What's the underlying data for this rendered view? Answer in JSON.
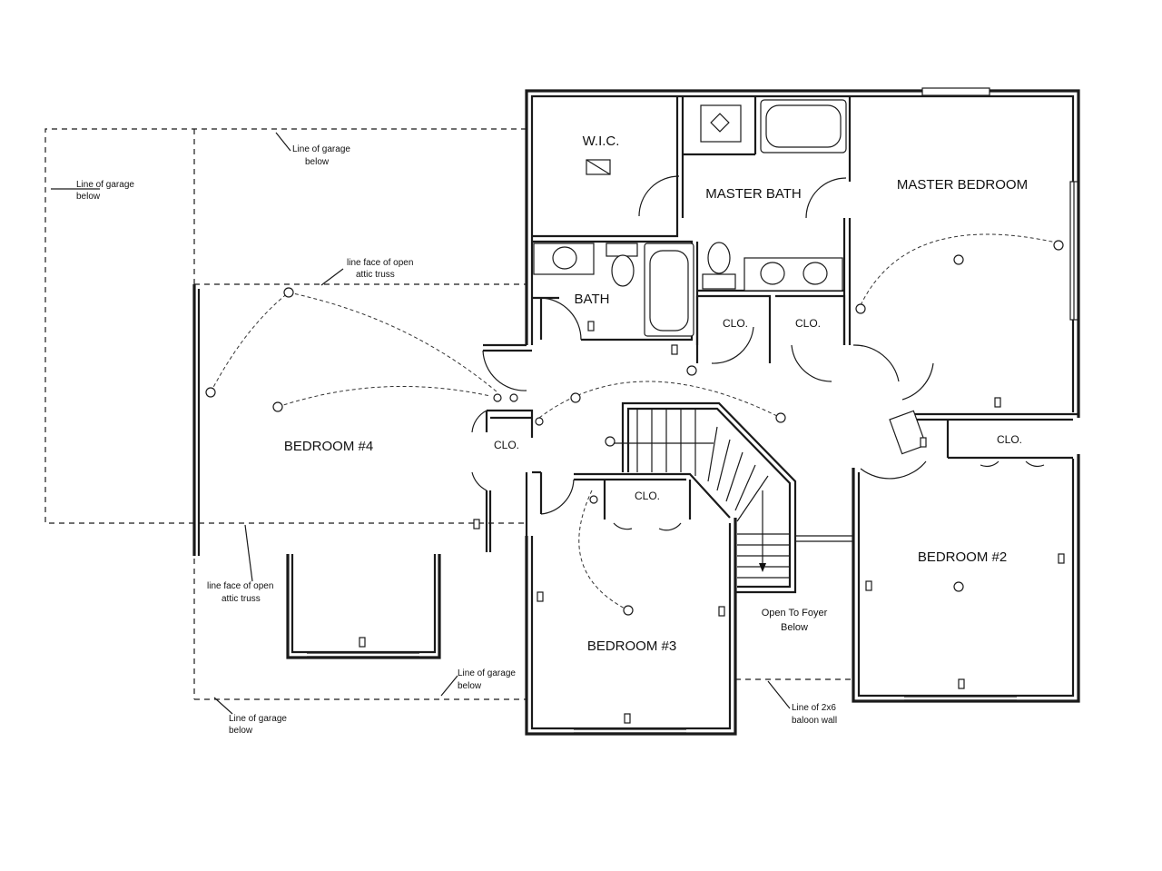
{
  "rooms": {
    "wic": "W.I.C.",
    "master_bath": "MASTER BATH",
    "master_bedroom": "MASTER BEDROOM",
    "bath": "BATH",
    "clo_master_1": "CLO.",
    "clo_master_2": "CLO.",
    "bedroom4": "BEDROOM #4",
    "clo_bed4": "CLO.",
    "clo_bed3": "CLO.",
    "bedroom3": "BEDROOM #3",
    "bedroom2": "BEDROOM #2",
    "clo_bed2": "CLO."
  },
  "notes": {
    "garage_top": [
      "Line of garage",
      "below"
    ],
    "garage_left": [
      "Line of garage",
      "below"
    ],
    "attic_top": [
      "line face of open",
      "attic truss"
    ],
    "attic_bottom": [
      "line face of open",
      "attic truss"
    ],
    "garage_bottom_right": [
      "Line of garage",
      "below"
    ],
    "garage_bottom_left": [
      "Line of garage",
      "below"
    ],
    "foyer": [
      "Open To Foyer",
      "Below"
    ],
    "balloon_wall": [
      "Line of 2x6",
      "baloon wall"
    ]
  }
}
